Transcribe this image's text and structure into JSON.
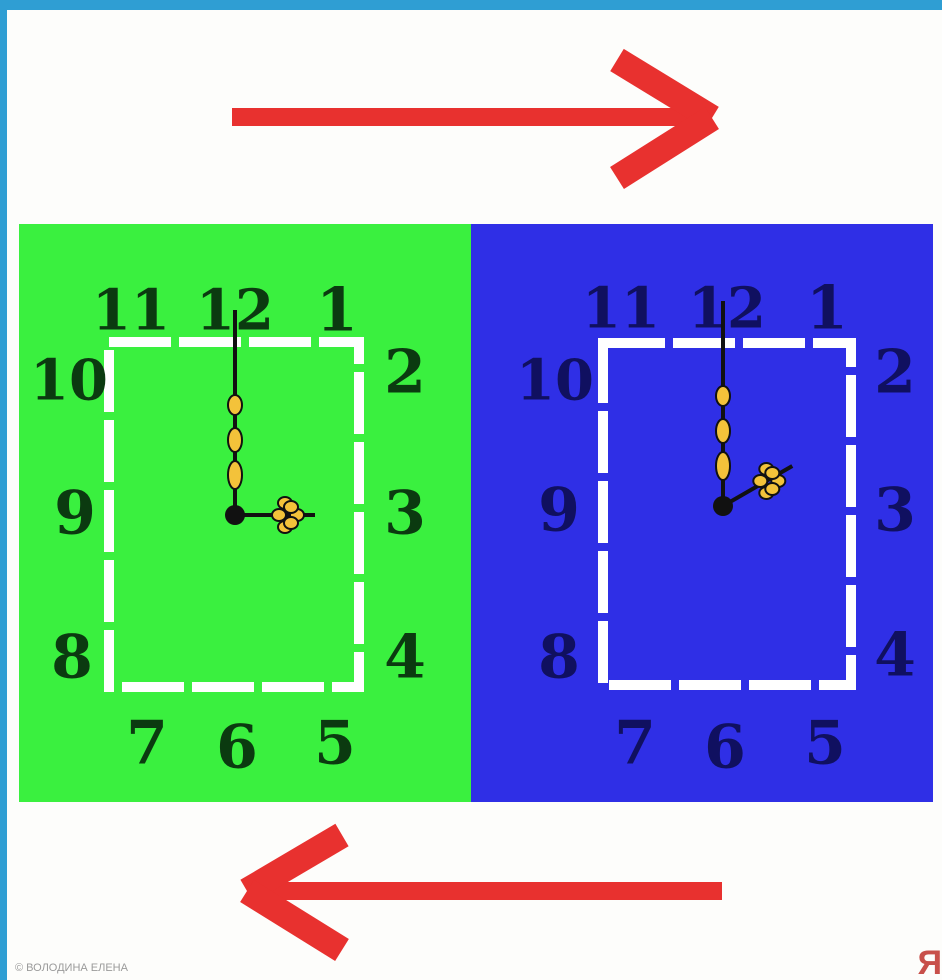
{
  "numerals": [
    "12",
    "1",
    "2",
    "3",
    "4",
    "5",
    "6",
    "7",
    "8",
    "9",
    "10",
    "11"
  ],
  "colors": {
    "arrow": "#e8312f",
    "left_panel": "#3af03f",
    "right_panel": "#2f2fe6",
    "left_numerals": "#0b3a10",
    "right_numerals": "#101060",
    "frame": "#ffffff",
    "hand": "#111111",
    "decor": "#f3c23a"
  },
  "arrows": [
    {
      "direction": "right",
      "icon": "arrow-right-icon"
    },
    {
      "direction": "left",
      "icon": "arrow-left-icon"
    }
  ],
  "clocks": [
    {
      "panel": "left",
      "hour": 3,
      "minute": 0
    },
    {
      "panel": "right",
      "hour": 2,
      "minute": 0
    }
  ],
  "credit": "© ВОЛОДИНА ЕЛЕНА",
  "badge": "Я"
}
